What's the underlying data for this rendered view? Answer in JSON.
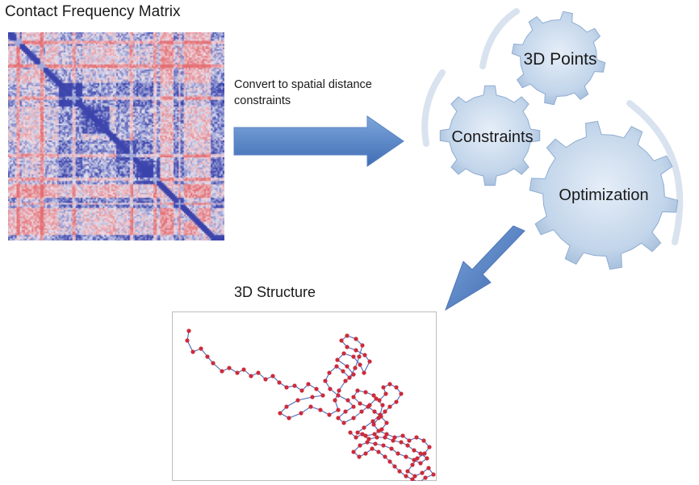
{
  "title": "Contact Frequency Matrix",
  "convert_label": "Convert to spatial distance constraints",
  "gears": [
    {
      "id": "points",
      "label": "3D Points"
    },
    {
      "id": "constraints",
      "label": "Constraints"
    },
    {
      "id": "optimization",
      "label": "Optimization"
    }
  ],
  "structure_title": "3D Structure",
  "colors": {
    "matrix_blue": "#3d47a6",
    "matrix_red": "#e6707a",
    "arrow": "#4a7ec4",
    "gear": "#bcd1e7",
    "node": "#cc2b3b",
    "edge": "#4f67b5"
  },
  "trace": [
    [
      7,
      18
    ],
    [
      5,
      30
    ],
    [
      12,
      44
    ],
    [
      22,
      40
    ],
    [
      30,
      50
    ],
    [
      37,
      58
    ],
    [
      48,
      68
    ],
    [
      57,
      64
    ],
    [
      67,
      70
    ],
    [
      75,
      66
    ],
    [
      84,
      74
    ],
    [
      93,
      70
    ],
    [
      102,
      78
    ],
    [
      111,
      74
    ],
    [
      119,
      82
    ],
    [
      128,
      88
    ],
    [
      138,
      86
    ],
    [
      147,
      92
    ],
    [
      155,
      84
    ],
    [
      165,
      90
    ],
    [
      173,
      98
    ],
    [
      160,
      100
    ],
    [
      142,
      104
    ],
    [
      128,
      112
    ],
    [
      120,
      120
    ],
    [
      131,
      126
    ],
    [
      146,
      120
    ],
    [
      158,
      112
    ],
    [
      170,
      116
    ],
    [
      181,
      122
    ],
    [
      192,
      116
    ],
    [
      188,
      104
    ],
    [
      193,
      92
    ],
    [
      201,
      80
    ],
    [
      211,
      72
    ],
    [
      203,
      62
    ],
    [
      191,
      54
    ],
    [
      199,
      46
    ],
    [
      211,
      50
    ],
    [
      219,
      60
    ],
    [
      224,
      70
    ],
    [
      231,
      56
    ],
    [
      225,
      48
    ],
    [
      214,
      42
    ],
    [
      203,
      38
    ],
    [
      196,
      30
    ],
    [
      203,
      24
    ],
    [
      214,
      28
    ],
    [
      222,
      36
    ],
    [
      218,
      50
    ],
    [
      213,
      64
    ],
    [
      206,
      76
    ],
    [
      198,
      68
    ],
    [
      190,
      62
    ],
    [
      181,
      70
    ],
    [
      176,
      80
    ],
    [
      182,
      90
    ],
    [
      192,
      98
    ],
    [
      204,
      104
    ],
    [
      211,
      112
    ],
    [
      201,
      118
    ],
    [
      192,
      126
    ],
    [
      199,
      132
    ],
    [
      211,
      126
    ],
    [
      221,
      118
    ],
    [
      231,
      110
    ],
    [
      239,
      102
    ],
    [
      247,
      110
    ],
    [
      244,
      122
    ],
    [
      235,
      130
    ],
    [
      224,
      138
    ],
    [
      216,
      144
    ],
    [
      226,
      148
    ],
    [
      237,
      146
    ],
    [
      246,
      140
    ],
    [
      252,
      132
    ],
    [
      245,
      124
    ],
    [
      237,
      118
    ],
    [
      229,
      112
    ],
    [
      219,
      108
    ],
    [
      211,
      100
    ],
    [
      216,
      92
    ],
    [
      226,
      94
    ],
    [
      236,
      98
    ],
    [
      243,
      104
    ],
    [
      251,
      96
    ],
    [
      248,
      88
    ],
    [
      256,
      84
    ],
    [
      264,
      88
    ],
    [
      270,
      96
    ],
    [
      264,
      106
    ],
    [
      256,
      112
    ],
    [
      250,
      118
    ],
    [
      242,
      126
    ],
    [
      236,
      134
    ],
    [
      242,
      142
    ],
    [
      252,
      146
    ],
    [
      262,
      150
    ],
    [
      272,
      148
    ],
    [
      280,
      154
    ],
    [
      289,
      150
    ],
    [
      298,
      154
    ],
    [
      305,
      162
    ],
    [
      299,
      170
    ],
    [
      290,
      176
    ],
    [
      284,
      184
    ],
    [
      278,
      192
    ],
    [
      287,
      198
    ],
    [
      296,
      194
    ],
    [
      304,
      188
    ],
    [
      310,
      196
    ],
    [
      300,
      200
    ],
    [
      292,
      206
    ],
    [
      284,
      202
    ],
    [
      276,
      198
    ],
    [
      268,
      192
    ],
    [
      262,
      186
    ],
    [
      256,
      180
    ],
    [
      250,
      174
    ],
    [
      242,
      168
    ],
    [
      234,
      164
    ],
    [
      226,
      170
    ],
    [
      218,
      174
    ],
    [
      211,
      168
    ],
    [
      219,
      160
    ],
    [
      228,
      156
    ],
    [
      238,
      158
    ],
    [
      248,
      160
    ],
    [
      258,
      164
    ],
    [
      266,
      170
    ],
    [
      276,
      174
    ],
    [
      286,
      178
    ],
    [
      294,
      182
    ],
    [
      302,
      176
    ],
    [
      294,
      170
    ],
    [
      286,
      166
    ],
    [
      278,
      160
    ],
    [
      270,
      156
    ],
    [
      260,
      154
    ],
    [
      250,
      150
    ],
    [
      240,
      150
    ],
    [
      230,
      152
    ],
    [
      222,
      146
    ],
    [
      214,
      150
    ],
    [
      207,
      144
    ]
  ]
}
